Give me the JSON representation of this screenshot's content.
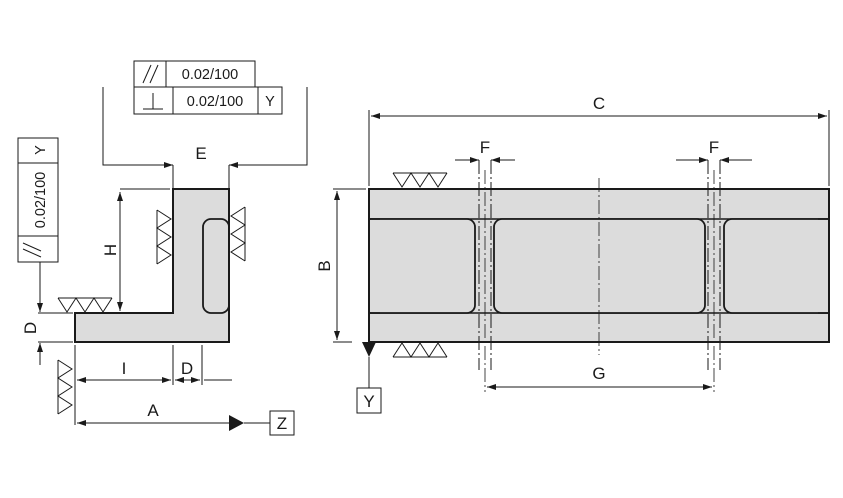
{
  "dimensions": {
    "A": "A",
    "B": "B",
    "C": "C",
    "D": "D",
    "E": "E",
    "F": "F",
    "G": "G",
    "H": "H",
    "I": "I"
  },
  "datums": {
    "Y": "Y",
    "Z": "Z"
  },
  "tolerances": {
    "top_parallelism": {
      "symbol": "//",
      "value": "0.02/100"
    },
    "top_perpendicularity": {
      "symbol": "⊥",
      "value": "0.02/100",
      "datum": "Y"
    },
    "left_parallelism": {
      "symbol": "//",
      "value": "0.02/100",
      "datum": "Y"
    }
  },
  "colors": {
    "part_fill": "#dcdcdc",
    "line": "#1a1a1a"
  }
}
